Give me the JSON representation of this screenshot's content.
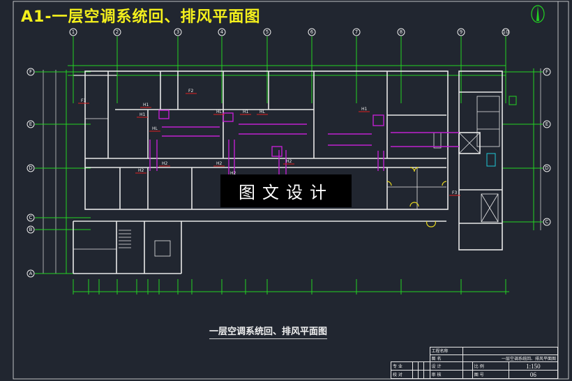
{
  "title": "A1-一层空调系统回、排风平面图",
  "caption": "一层空调系统回、排风平面图",
  "watermark": "图文设计",
  "axes": {
    "columns": [
      "1",
      "2",
      "3",
      "4",
      "5",
      "6",
      "7",
      "8",
      "9",
      "10"
    ],
    "rows": [
      "F",
      "E",
      "D",
      "C",
      "B",
      "A"
    ]
  },
  "duct_labels": [
    "F1",
    "F2",
    "H1",
    "H1",
    "HL",
    "HL",
    "H1",
    "HL",
    "H1",
    "H2",
    "H2",
    "H2",
    "H2",
    "H2",
    "F3"
  ],
  "title_block": {
    "project_label": "工程名称",
    "drawing_label": "图  名",
    "drawing_name": "一层空调系统回、排风平面图",
    "designer_label": "设  计",
    "reviewer_label": "审  核",
    "scale_label": "比  例",
    "scale": "1:150",
    "number_label": "图  号",
    "number": "06",
    "checker_label": "专  业",
    "approver_label": "校  对"
  },
  "colors": {
    "background": "#212630",
    "walls": "#e8e8e8",
    "grid": "#22d422",
    "ducts": "#c020d0",
    "leaders": "#e02020",
    "title": "#f4f01c"
  }
}
